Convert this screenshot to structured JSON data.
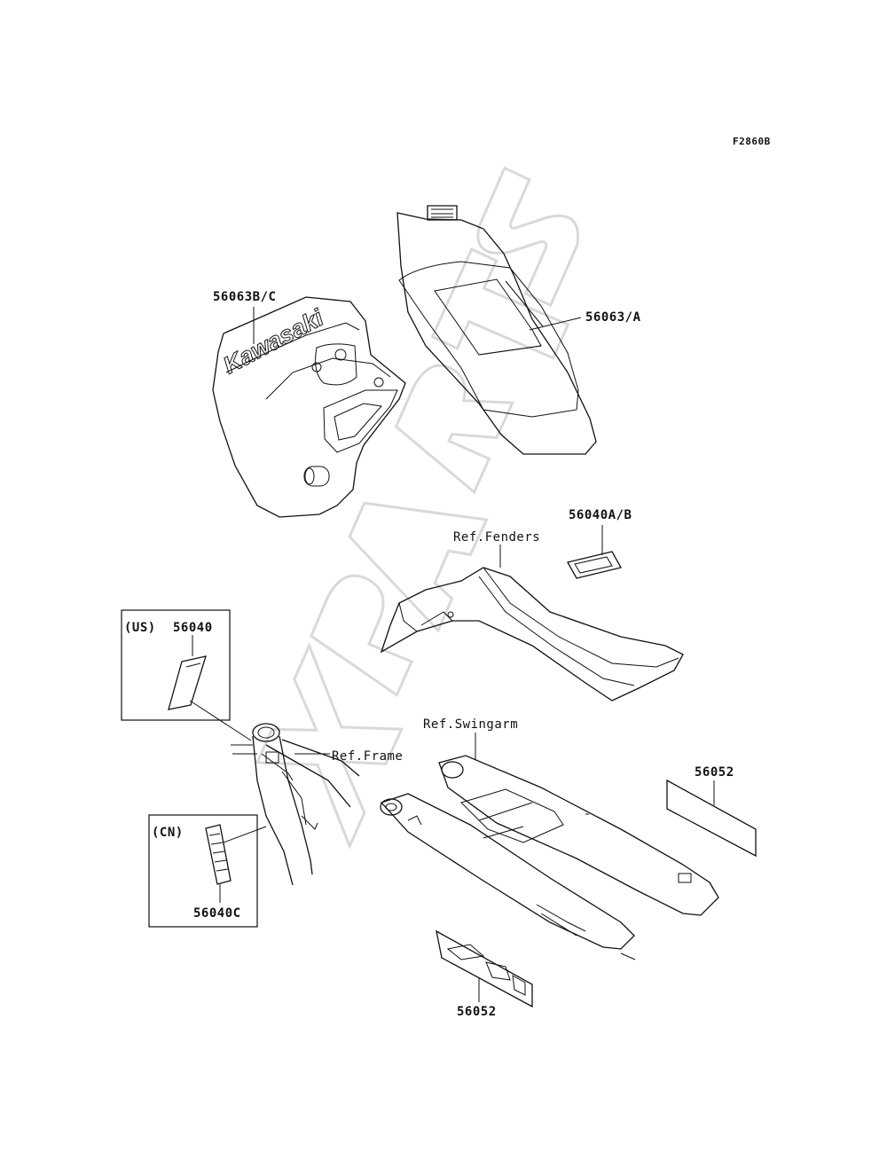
{
  "figure_code": "F2860B",
  "labels": {
    "decal_shroud": "56063B/C",
    "decal_tank": "56063/A",
    "decal_fender": "56040A/B",
    "ref_fenders": "Ref.Fenders",
    "us_region": "(US)",
    "decal_us": "56040",
    "ref_frame": "Ref.Frame",
    "ref_swingarm": "Ref.Swingarm",
    "cn_region": "(CN)",
    "decal_cn": "56040C",
    "decal_swingarm_right": "56052",
    "decal_swingarm_bottom": "56052"
  },
  "shroud_logo_text": "Kawasaki",
  "watermark_text": "XPARTS",
  "colors": {
    "line": "#111111",
    "watermark": "#d9d9d9",
    "background": "#ffffff"
  }
}
